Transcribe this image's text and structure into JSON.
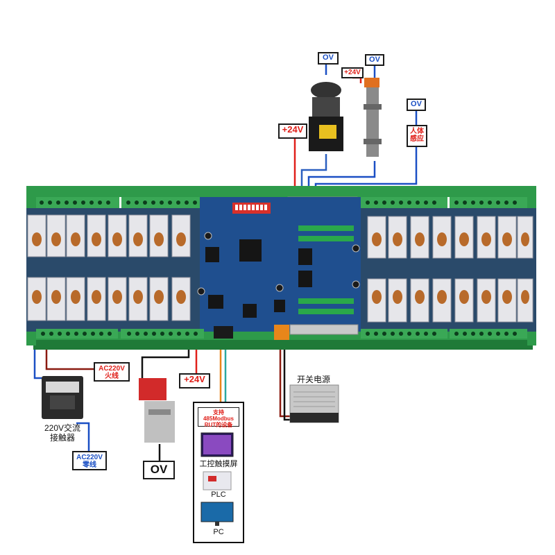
{
  "labels": {
    "ov_top_a": "OV",
    "ov_top_b": "OV",
    "plus24_sensor": "+24V",
    "ov_body_sensor": "OV",
    "plus24_main": "+24V",
    "body_sensor_cn": "人体\n感应",
    "ac220_live": "AC220V\n火线",
    "plus24_valve": "+24V",
    "ac220_neutral": "AC220V\n零线",
    "ov_valve": "OV",
    "contactor_cap": "220V交流\n接触器",
    "psu_cap": "开关电源",
    "modbus_box_title": "支持485Modbus\nRUT的设备",
    "touchscreen_cap": "工控触摸屏",
    "plc_cap": "PLC",
    "pc_cap": "PC"
  },
  "colors": {
    "red": "#e0201a",
    "blue": "#1a4fc4",
    "board_blue": "#1f4f8f",
    "terminal_green": "#2e9a4a",
    "relay_clear": "#e6e6ea",
    "orange_wire": "#e8861a",
    "teal_wire": "#2aa8a0",
    "dark_red_wire": "#8a1a10"
  }
}
